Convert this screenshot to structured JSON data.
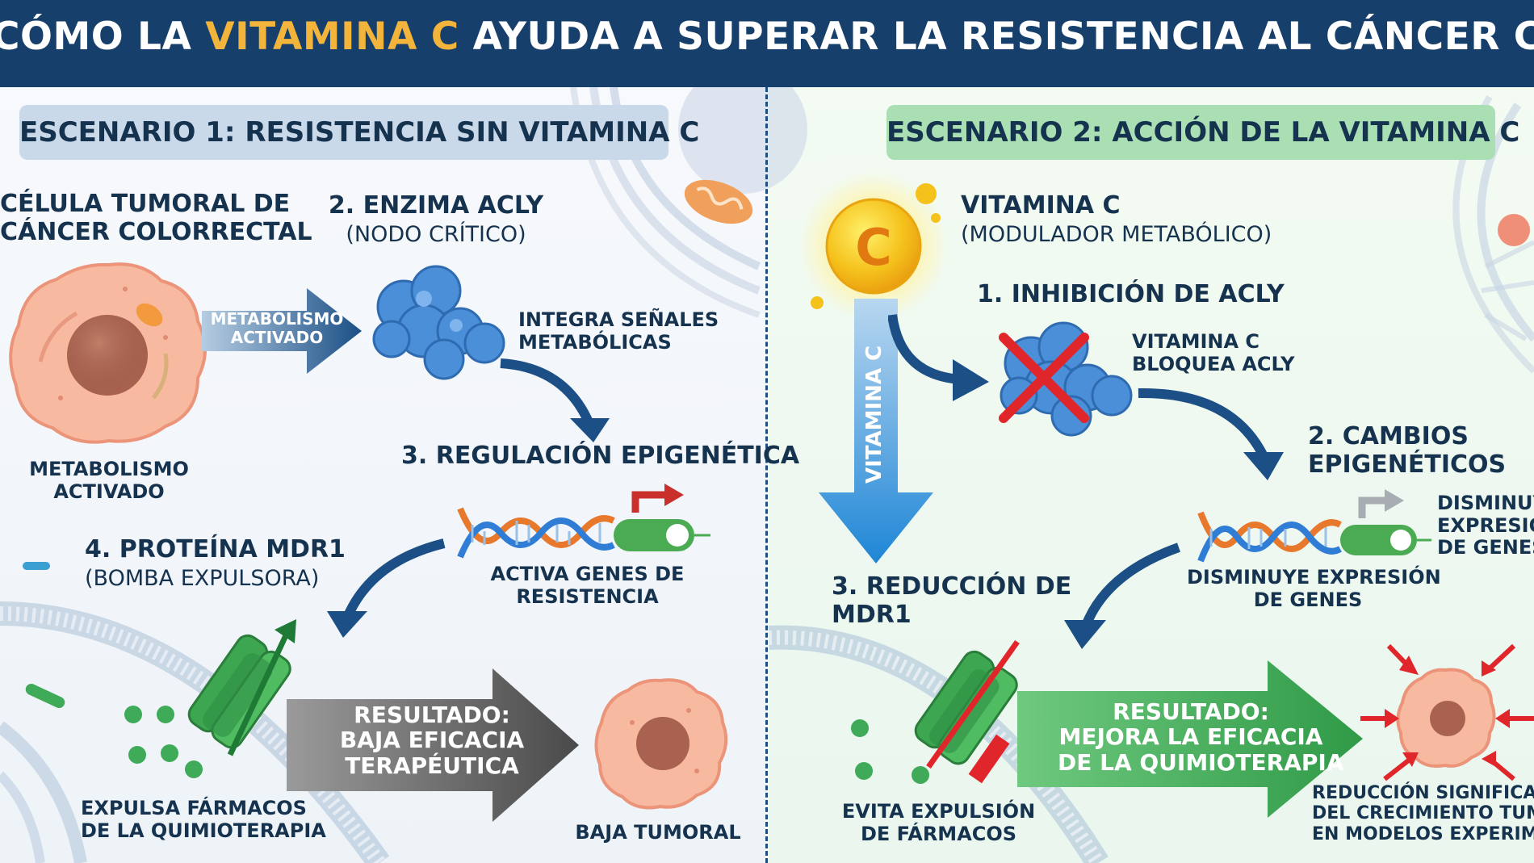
{
  "header": {
    "title_pre": "CÓMO LA ",
    "title_highlight": "VITAMINA C",
    "title_post": " AYUDA A SUPERAR LA RESISTENCIA AL CÁNCER COLORRECTAL"
  },
  "colors": {
    "header_bg": "#173f6b",
    "highlight": "#f3b43b",
    "banner_left": "#c9d9ea",
    "banner_right": "#a9dfb2",
    "arrow_blue": "#1b4f86",
    "result_gray": "#5c5c5c",
    "result_green": "#2f9a47",
    "inhibit_red": "#e0262b"
  },
  "scenario1": {
    "banner": "ESCENARIO 1: RESISTENCIA SIN VITAMINA C",
    "cell_label_l1": "CÉLULA TUMORAL DE",
    "cell_label_l2": "CÁNCER COLORRECTAL",
    "arrow_label_l1": "METABOLISMO",
    "arrow_label_l2": "ACTIVADO",
    "cell_caption_l1": "METABOLISMO",
    "cell_caption_l2": "ACTIVADO",
    "enzyme_title": "2. ENZIMA ACLY",
    "enzyme_sub": "(NODO CRÍTICO)",
    "enzyme_note_l1": "INTEGRA SEÑALES",
    "enzyme_note_l2": "METABÓLICAS",
    "epi_title": "3. REGULACIÓN EPIGENÉTICA",
    "dna_caption_l1": "ACTIVA GENES DE",
    "dna_caption_l2": "RESISTENCIA",
    "mdr1_title": "4. PROTEÍNA MDR1",
    "mdr1_sub": "(BOMBA EXPULSORA)",
    "pump_caption_l1": "EXPULSA FÁRMACOS",
    "pump_caption_l2": "DE LA QUIMIOTERAPIA",
    "result_l1": "RESULTADO:",
    "result_l2": "BAJA EFICACIA",
    "result_l3": "TERAPÉUTICA",
    "tumor_caption": "BAJA TUMORAL"
  },
  "scenario2": {
    "banner": "ESCENARIO 2: ACCIÓN DE LA VITAMINA C",
    "vitc_letter": "C",
    "vitc_title": "VITAMINA C",
    "vitc_sub": "(MODULADOR METABÓLICO)",
    "vertical_arrow_label": "VITAMINA C",
    "inhib_title": "1. INHIBICIÓN DE ACLY",
    "inhib_note_l1": "VITAMINA C",
    "inhib_note_l2": "BLOQUEA ACLY",
    "epi_title_l1": "2. CAMBIOS",
    "epi_title_l2": "EPIGENÉTICOS",
    "dna_side_l1": "DISMINUYE",
    "dna_side_l2": "EXPRESIÓN",
    "dna_side_l3": "DE GENES",
    "dna_caption_l1": "DISMINUYE EXPRESIÓN",
    "dna_caption_l2": "DE GENES",
    "mdr1_title_l1": "3. REDUCCIÓN DE",
    "mdr1_title_l2": "MDR1",
    "pump_caption_l1": "EVITA EXPULSIÓN",
    "pump_caption_l2": "DE FÁRMACOS",
    "result_l1": "RESULTADO:",
    "result_l2": "MEJORA LA EFICACIA",
    "result_l3": "DE LA QUIMIOTERAPIA",
    "tumor_caption_l1": "REDUCCIÓN SIGNIFICATIVA",
    "tumor_caption_l2": "DEL CRECIMIENTO TUMORAL",
    "tumor_caption_l3": "EN MODELOS EXPERIMENTALES"
  },
  "icons": [
    "tumor-cell-icon",
    "acly-enzyme-icon",
    "dna-helix-icon",
    "gene-switch-icon",
    "mdr1-pump-icon",
    "vitamin-c-icon",
    "inhibition-x-icon",
    "mitochondria-icon",
    "drug-particle-icon"
  ]
}
